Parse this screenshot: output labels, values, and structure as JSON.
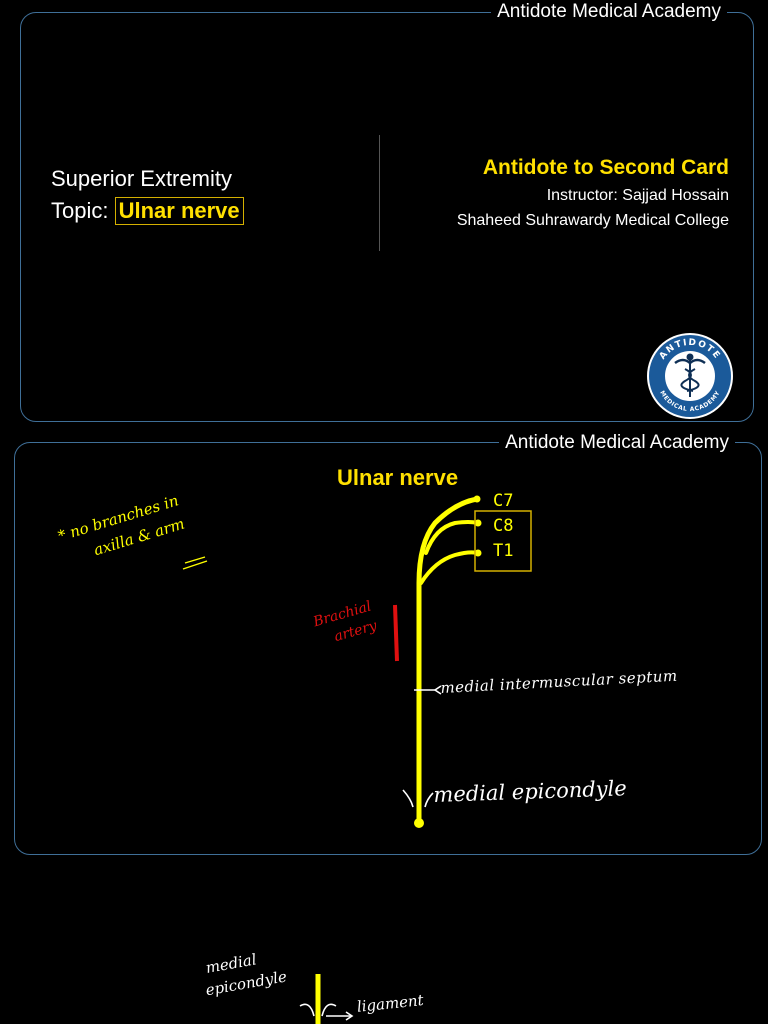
{
  "slide1": {
    "header": "Antidote Medical Academy",
    "subject": "Superior Extremity",
    "topic_prefix": "Topic: ",
    "topic": "Ulnar nerve",
    "course_title": "Antidote to Second Card",
    "instructor": "Instructor: Sajjad Hossain",
    "college": "Shaheed Suhrawardy Medical College",
    "logo": {
      "icon": "caduceus-icon",
      "text_top": "ANTIDOTE",
      "text_bottom": "MEDICAL ACADEMY"
    }
  },
  "slide2": {
    "header": "Antidote Medical Academy",
    "title": "Ulnar nerve",
    "roots": [
      "C7",
      "C8",
      "T1"
    ],
    "note": [
      "* no branches in",
      "axilla & arm"
    ],
    "artery_label": [
      "Brachial",
      "artery"
    ],
    "septum_label": "medial intermuscular septum",
    "epicondyle_label": "medial epicondyle"
  },
  "slide3": {
    "label_left": [
      "medial",
      "epicondyle"
    ],
    "label_right": "ligament"
  },
  "colors": {
    "accent": "#ffe000",
    "border": "#3f6f98",
    "artery": "#e01010",
    "nerve": "#ffff00"
  }
}
